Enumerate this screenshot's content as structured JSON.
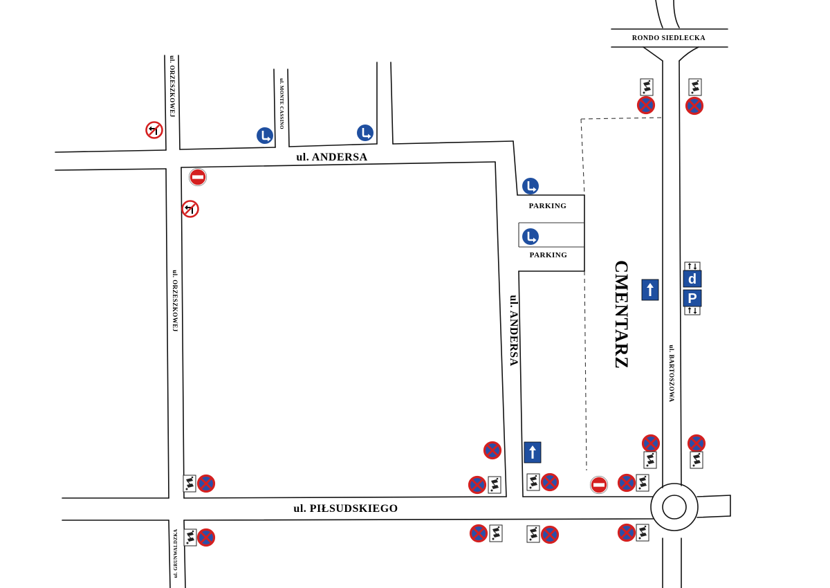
{
  "streets": {
    "andersa_top": "ul. ANDERSA",
    "andersa_vertical": "ul. ANDERSA",
    "orzeszkowej_top": "ul. ORZESZKOWEJ",
    "orzeszkowej_mid": "ul. ORZESZKOWEJ",
    "monte_cassino": "ul. MONTE CASSINO",
    "pilsudskiego": "ul. PIŁSUDSKIEGO",
    "bartoszowa": "ul. BARTOSZOWA",
    "grunwaldzka": "ul. GRUNWALDZKA"
  },
  "places": {
    "rondo": "RONDO SIEDLECKA",
    "cemetery": "CMENTARZ",
    "parking_1": "PARKING",
    "parking_2": "PARKING"
  },
  "signs": {
    "info_d_letter": "d",
    "info_p_letter": "P"
  },
  "colors": {
    "sign_red": "#d42020",
    "sign_blue": "#1f4fa0",
    "road_line": "#111111"
  }
}
